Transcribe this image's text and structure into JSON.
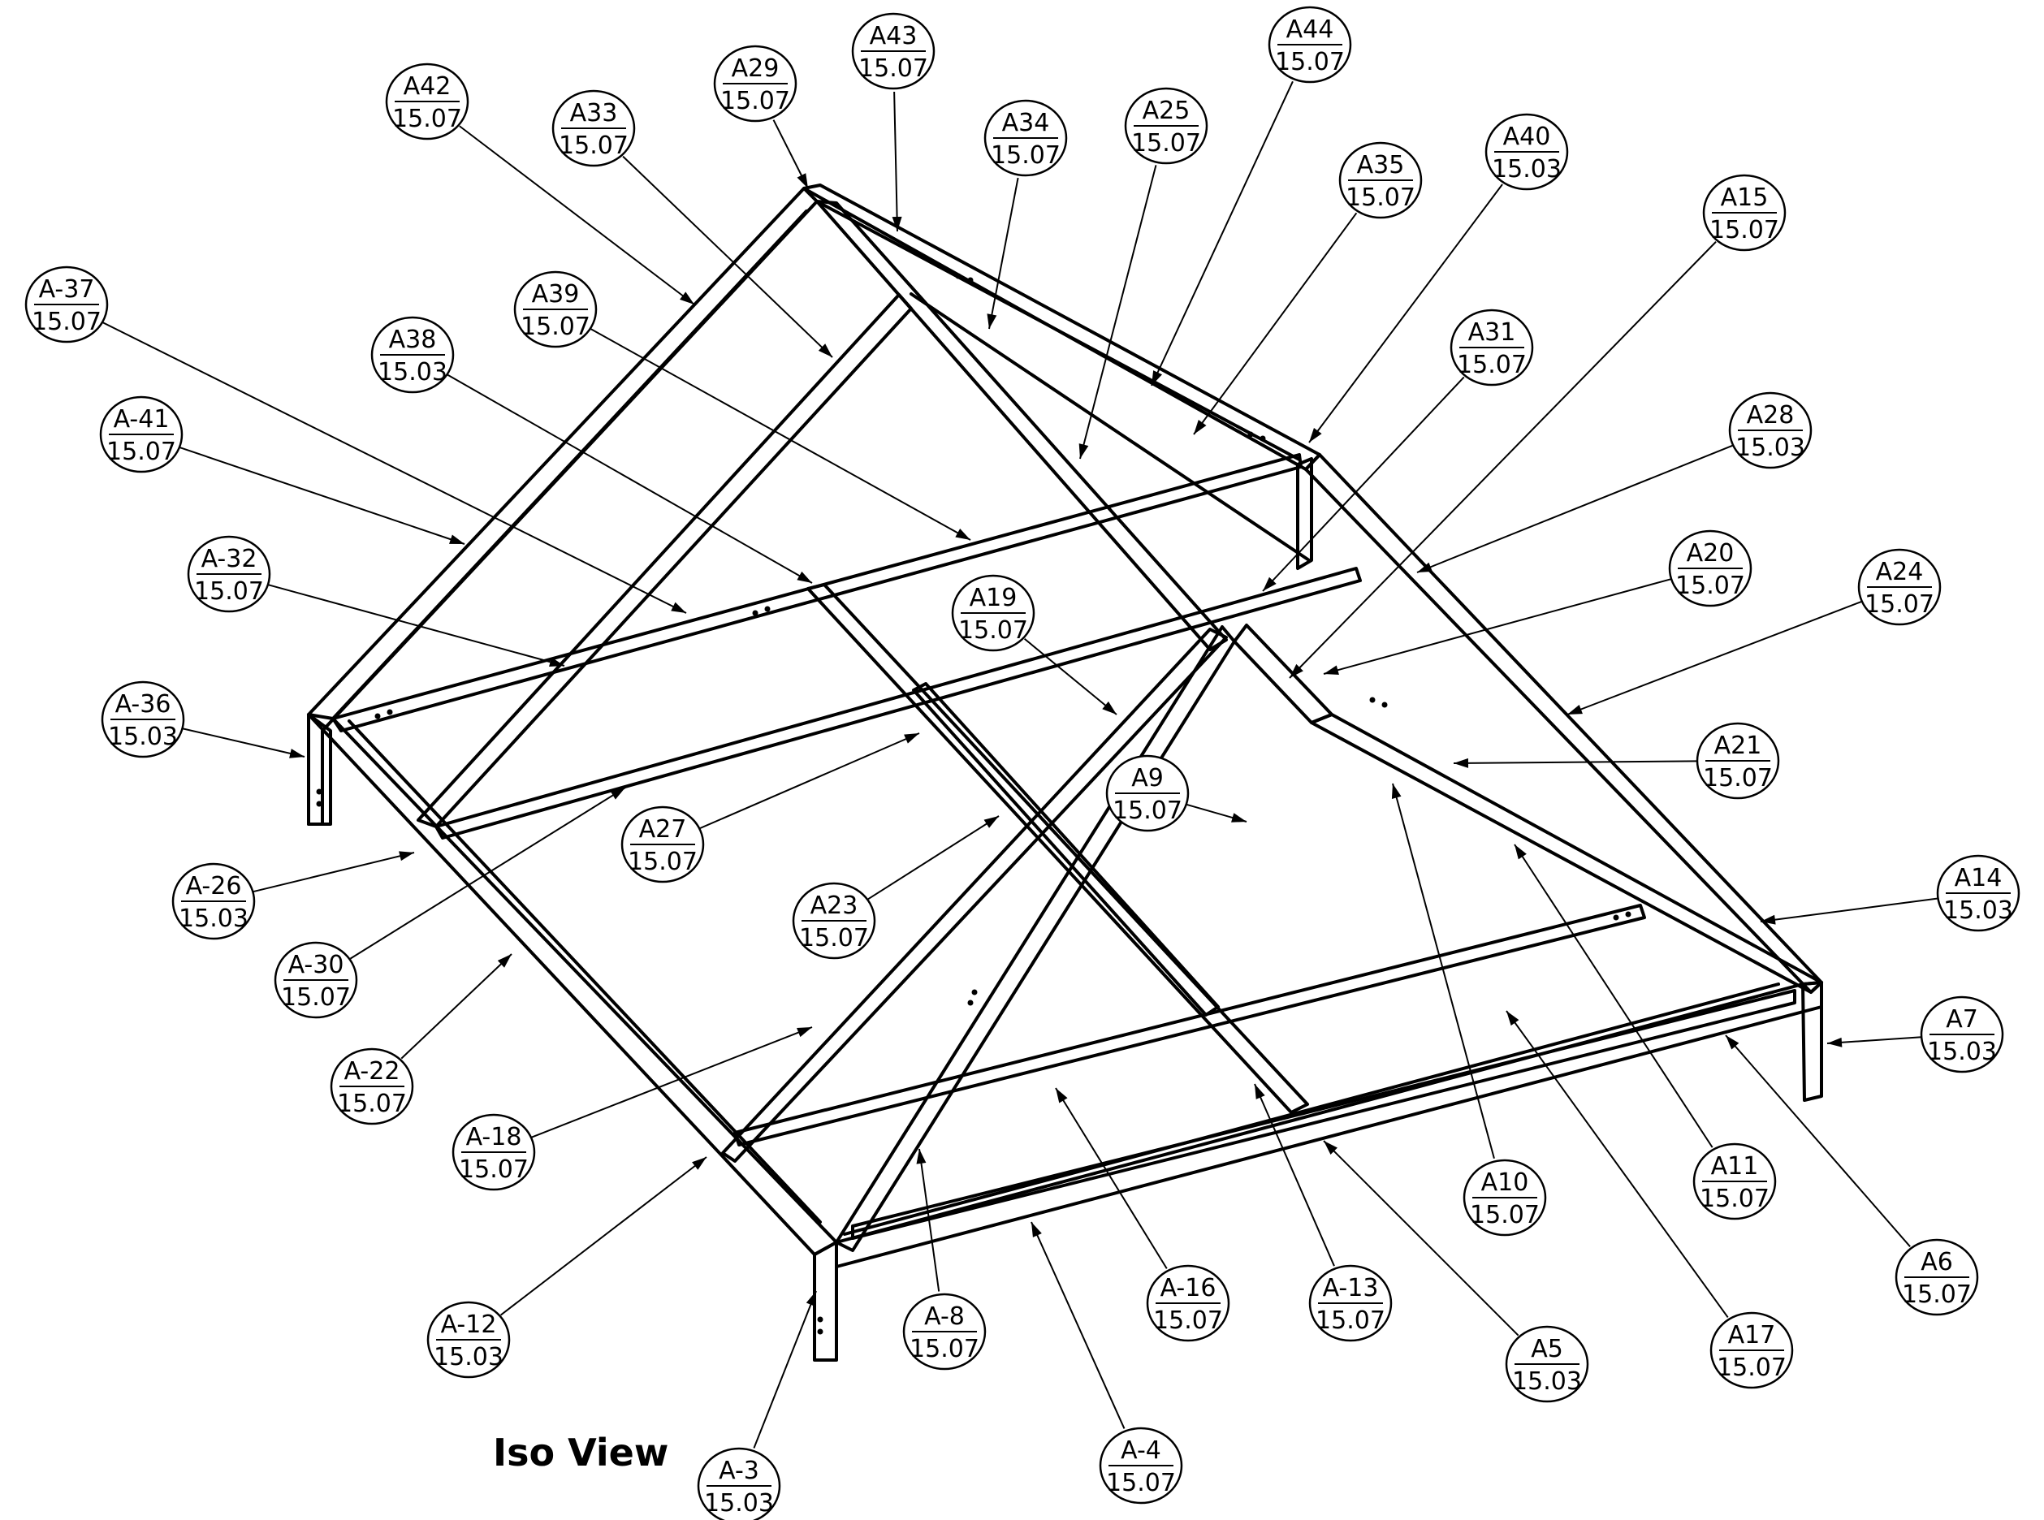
{
  "view_title": "Iso View",
  "callouts": [
    {
      "id": "A42",
      "label": "A42",
      "value": "15.07"
    },
    {
      "id": "A33",
      "label": "A33",
      "value": "15.07"
    },
    {
      "id": "A29",
      "label": "A29",
      "value": "15.07"
    },
    {
      "id": "A43",
      "label": "A43",
      "value": "15.07"
    },
    {
      "id": "A34",
      "label": "A34",
      "value": "15.07"
    },
    {
      "id": "A25",
      "label": "A25",
      "value": "15.07"
    },
    {
      "id": "A44",
      "label": "A44",
      "value": "15.07"
    },
    {
      "id": "A35",
      "label": "A35",
      "value": "15.07"
    },
    {
      "id": "A40",
      "label": "A40",
      "value": "15.03"
    },
    {
      "id": "A15",
      "label": "A15",
      "value": "15.07"
    },
    {
      "id": "A-37",
      "label": "A-37",
      "value": "15.07"
    },
    {
      "id": "A39",
      "label": "A39",
      "value": "15.07"
    },
    {
      "id": "A38",
      "label": "A38",
      "value": "15.03"
    },
    {
      "id": "A31",
      "label": "A31",
      "value": "15.07"
    },
    {
      "id": "A28",
      "label": "A28",
      "value": "15.03"
    },
    {
      "id": "A-41",
      "label": "A-41",
      "value": "15.07"
    },
    {
      "id": "A20",
      "label": "A20",
      "value": "15.07"
    },
    {
      "id": "A24",
      "label": "A24",
      "value": "15.07"
    },
    {
      "id": "A-32",
      "label": "A-32",
      "value": "15.07"
    },
    {
      "id": "A19",
      "label": "A19",
      "value": "15.07"
    },
    {
      "id": "A-36",
      "label": "A-36",
      "value": "15.03"
    },
    {
      "id": "A21",
      "label": "A21",
      "value": "15.07"
    },
    {
      "id": "A9",
      "label": "A9",
      "value": "15.07"
    },
    {
      "id": "A27",
      "label": "A27",
      "value": "15.07"
    },
    {
      "id": "A14",
      "label": "A14",
      "value": "15.03"
    },
    {
      "id": "A-26",
      "label": "A-26",
      "value": "15.03"
    },
    {
      "id": "A23",
      "label": "A23",
      "value": "15.07"
    },
    {
      "id": "A-30",
      "label": "A-30",
      "value": "15.07"
    },
    {
      "id": "A7",
      "label": "A7",
      "value": "15.03"
    },
    {
      "id": "A-22",
      "label": "A-22",
      "value": "15.07"
    },
    {
      "id": "A-18",
      "label": "A-18",
      "value": "15.07"
    },
    {
      "id": "A10",
      "label": "A10",
      "value": "15.07"
    },
    {
      "id": "A11",
      "label": "A11",
      "value": "15.07"
    },
    {
      "id": "A6",
      "label": "A6",
      "value": "15.07"
    },
    {
      "id": "A-16",
      "label": "A-16",
      "value": "15.07"
    },
    {
      "id": "A-13",
      "label": "A-13",
      "value": "15.07"
    },
    {
      "id": "A-12",
      "label": "A-12",
      "value": "15.03"
    },
    {
      "id": "A-8",
      "label": "A-8",
      "value": "15.07"
    },
    {
      "id": "A5",
      "label": "A5",
      "value": "15.03"
    },
    {
      "id": "A17",
      "label": "A17",
      "value": "15.07"
    },
    {
      "id": "A-3",
      "label": "A-3",
      "value": "15.03"
    },
    {
      "id": "A-4",
      "label": "A-4",
      "value": "15.07"
    }
  ]
}
